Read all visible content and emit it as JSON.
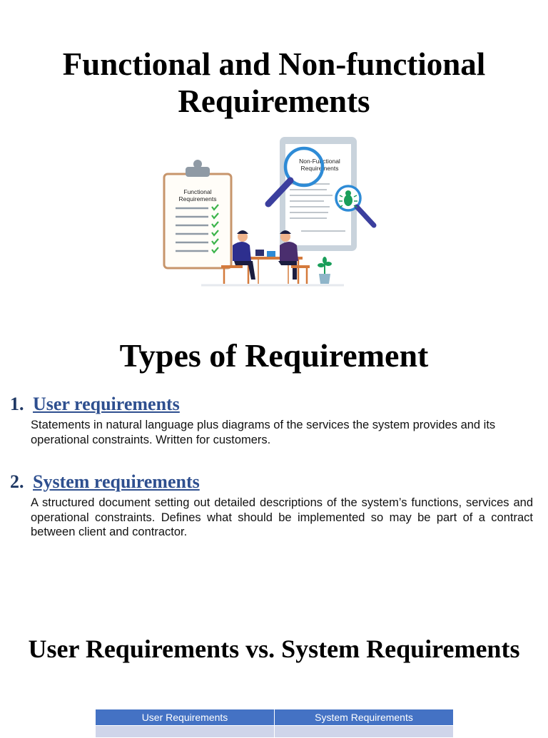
{
  "slide1": {
    "title": "Functional and Non-functional Requirements",
    "illustration": {
      "functional_label_1": "Functional",
      "functional_label_2": "Requirements",
      "nonfunctional_label_1": "Non-Functional",
      "nonfunctional_label_2": "Requirements",
      "icons": [
        "clipboard-icon",
        "magnifier-icon",
        "bug-icon",
        "checkmark-icon",
        "plant-icon",
        "laptop-icon"
      ]
    }
  },
  "slide2": {
    "title": "Types of Requirement",
    "items": [
      {
        "number": "1.",
        "label": "User requirements",
        "description": "Statements in natural language plus diagrams of the services the system provides and its operational constraints. Written for customers."
      },
      {
        "number": "2.",
        "label": "System requirements",
        "description": "A structured document setting out detailed descriptions of the system’s functions, services and operational constraints. Defines what should be implemented so may be part of a contract between client and contractor."
      }
    ]
  },
  "slide3": {
    "title": "User Requirements vs. System Requirements",
    "table": {
      "headers": [
        "User Requirements",
        "System Requirements"
      ]
    }
  },
  "colors": {
    "heading_link": "#2e4f8f",
    "table_header": "#4472c4",
    "table_row": "#cfd5ea",
    "check": "#3cb44b"
  }
}
